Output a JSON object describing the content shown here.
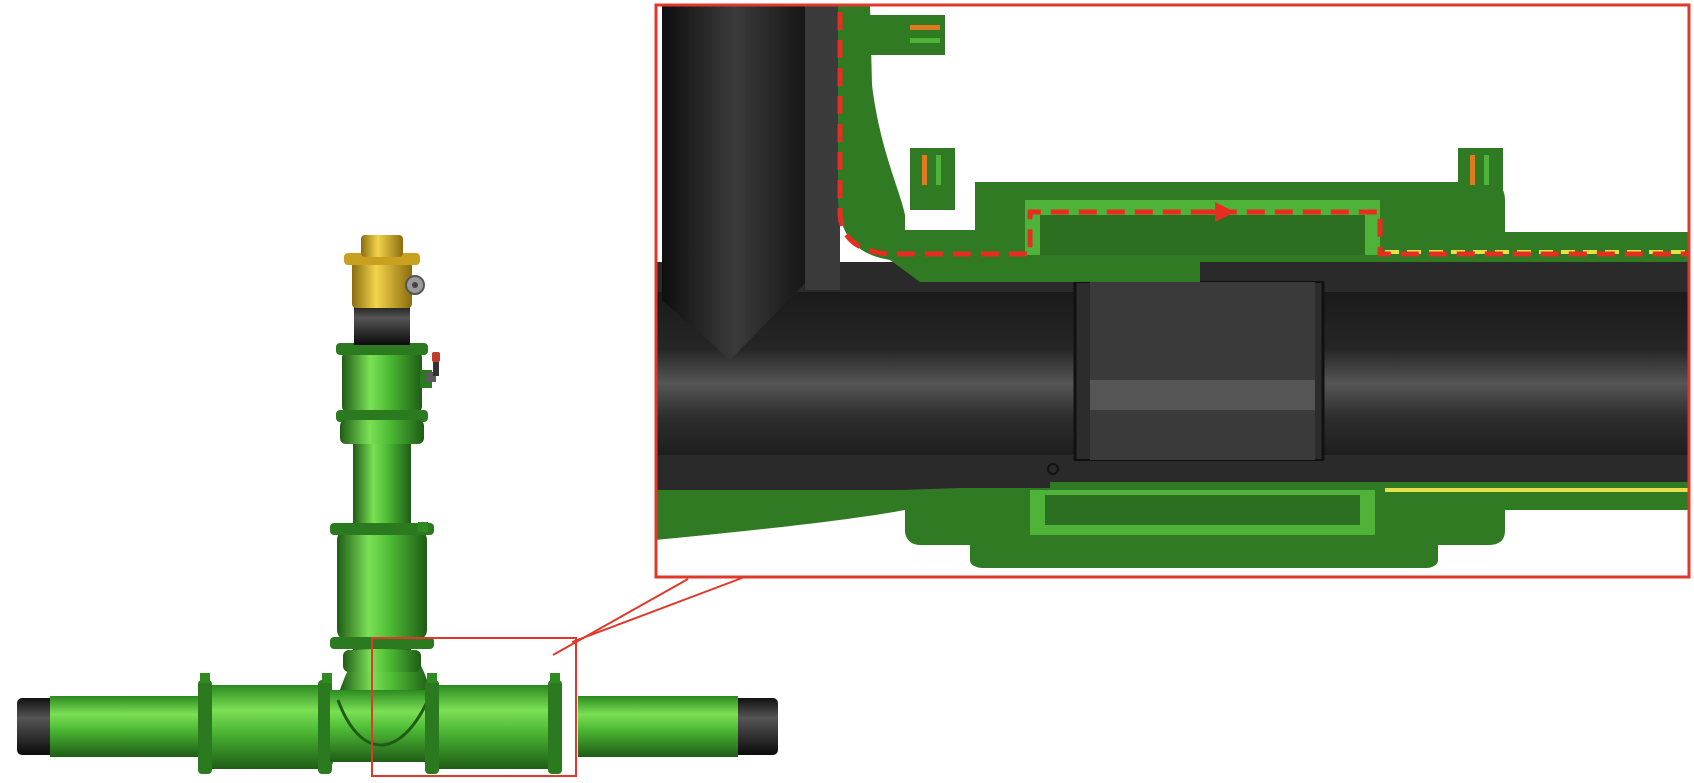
{
  "figure": {
    "components": [
      "pipe-tee-assembly",
      "electrofusion-coupler",
      "tapping-valve-cap",
      "cross-section-detail"
    ],
    "colors": {
      "fitting_green": "#3d9a2a",
      "fitting_light": "#6fd24a",
      "fitting_dark": "#1f5c16",
      "section_green": "#2f7a22",
      "pipe_black": "#1b1b1b",
      "pipe_grey": "#3a3a3a",
      "brass": "#d9b52a",
      "callout_red": "#e0392c",
      "heating_wire_yellow": "#e6e04a",
      "flow_arrow_red": "#e62d1f",
      "terminal_orange": "#e07a20"
    },
    "icons": {
      "flow_direction": "arrow-right-icon"
    }
  }
}
